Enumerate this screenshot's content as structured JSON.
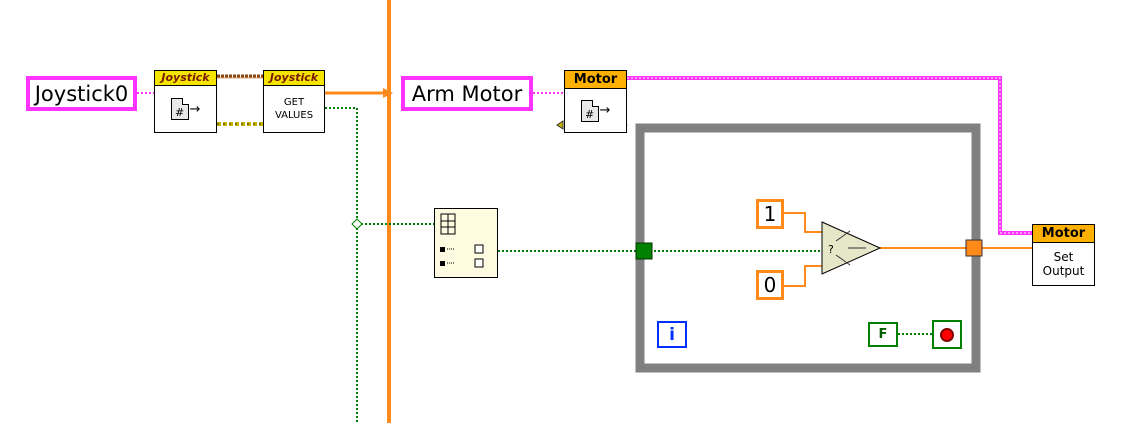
{
  "controls": {
    "joystick_ref": "Joystick0",
    "arm_motor_ref": "Arm Motor"
  },
  "blocks": {
    "joystick_open": {
      "header": "Joystick",
      "icon": "document-icon"
    },
    "joystick_get": {
      "header": "Joystick",
      "body": "GET\nVALUES"
    },
    "motor_open": {
      "header": "Motor",
      "icon": "document-icon"
    },
    "motor_set": {
      "header": "Motor",
      "body": "Set\nOutput"
    }
  },
  "constants": {
    "true_value": "1",
    "false_value": "0",
    "loop_stop": "F",
    "select_labels": "?"
  },
  "loop": {
    "iteration_label": "i"
  },
  "colors": {
    "refnum_wire": "#ff33ff",
    "cluster_wire": "#8b4513",
    "error_wire": "#c8b400",
    "numeric_wire": "#ff8a1a",
    "boolean_wire": "#008000",
    "loop_frame": "#808080",
    "motor_header": "#ffb000",
    "joystick_header": "#f5e400"
  }
}
